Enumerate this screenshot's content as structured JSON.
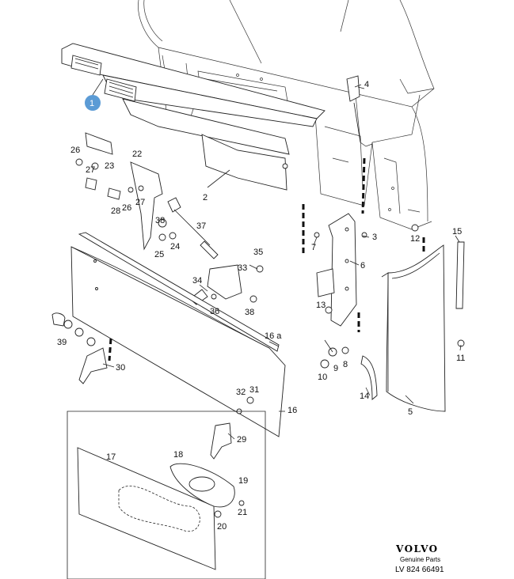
{
  "diagram": {
    "highlight_color": "#5b9bd5",
    "parts": [
      {
        "id": "p1",
        "label": "1",
        "highlighted": true
      },
      {
        "id": "p2",
        "label": "2"
      },
      {
        "id": "p3",
        "label": "3"
      },
      {
        "id": "p4",
        "label": "4"
      },
      {
        "id": "p5",
        "label": "5"
      },
      {
        "id": "p6",
        "label": "6"
      },
      {
        "id": "p7",
        "label": "7"
      },
      {
        "id": "p8",
        "label": "8"
      },
      {
        "id": "p9",
        "label": "9"
      },
      {
        "id": "p10",
        "label": "10"
      },
      {
        "id": "p11",
        "label": "11"
      },
      {
        "id": "p12",
        "label": "12"
      },
      {
        "id": "p13",
        "label": "13"
      },
      {
        "id": "p14",
        "label": "14"
      },
      {
        "id": "p15",
        "label": "15"
      },
      {
        "id": "p16",
        "label": "16"
      },
      {
        "id": "p16a",
        "label": "16 a"
      },
      {
        "id": "p17",
        "label": "17"
      },
      {
        "id": "p18",
        "label": "18"
      },
      {
        "id": "p19",
        "label": "19"
      },
      {
        "id": "p20",
        "label": "20"
      },
      {
        "id": "p21",
        "label": "21"
      },
      {
        "id": "p22",
        "label": "22"
      },
      {
        "id": "p23",
        "label": "23"
      },
      {
        "id": "p24",
        "label": "24"
      },
      {
        "id": "p25",
        "label": "25"
      },
      {
        "id": "p26a",
        "label": "26"
      },
      {
        "id": "p26b",
        "label": "26"
      },
      {
        "id": "p27a",
        "label": "27"
      },
      {
        "id": "p27b",
        "label": "27"
      },
      {
        "id": "p28",
        "label": "28"
      },
      {
        "id": "p29",
        "label": "29"
      },
      {
        "id": "p30",
        "label": "30"
      },
      {
        "id": "p31",
        "label": "31"
      },
      {
        "id": "p32",
        "label": "32"
      },
      {
        "id": "p33",
        "label": "33"
      },
      {
        "id": "p34",
        "label": "34"
      },
      {
        "id": "p35",
        "label": "35"
      },
      {
        "id": "p36",
        "label": "36"
      },
      {
        "id": "p37",
        "label": "37"
      },
      {
        "id": "p38a",
        "label": "38"
      },
      {
        "id": "p38b",
        "label": "38"
      },
      {
        "id": "p39",
        "label": "39"
      }
    ]
  },
  "footer": {
    "brand": "VOLVO",
    "brand_sub": "Genuine Parts",
    "doc_code": "LV 824 66491"
  }
}
